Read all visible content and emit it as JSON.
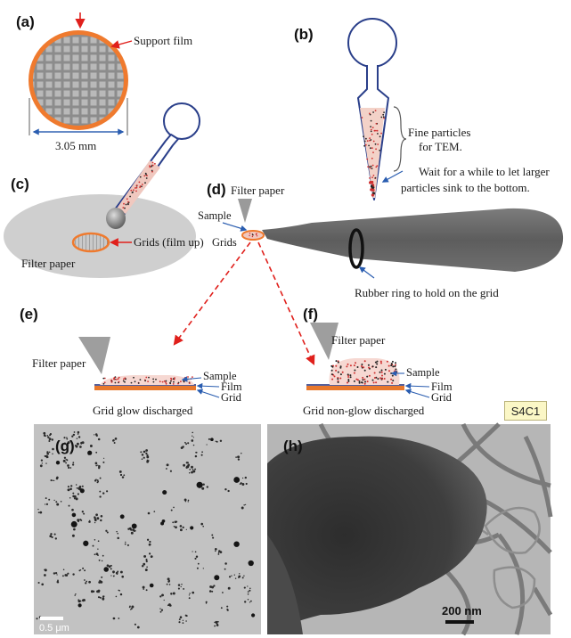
{
  "panels": {
    "a": {
      "letter": "(a)",
      "support_film": "Support film",
      "dimension": "3.05 mm",
      "colors": {
        "rim": "#e8782c",
        "mesh": "#8a8a8a",
        "film": "#d06a3a"
      }
    },
    "b": {
      "letter": "(b)",
      "fine_particles_line1": "Fine particles",
      "fine_particles_line2": "for TEM.",
      "wait_line1": "Wait for a while to let larger",
      "wait_line2": "particles sink to the bottom."
    },
    "c": {
      "letter": "(c)",
      "grids_label": "Grids (film up)",
      "filter_paper": "Filter paper"
    },
    "d": {
      "letter": "(d)",
      "filter_paper": "Filter paper",
      "sample": "Sample",
      "grids": "Grids",
      "rubber_ring": "Rubber ring to hold on the grid"
    },
    "e": {
      "letter": "(e)",
      "filter_paper": "Filter paper",
      "sample": "Sample",
      "film": "Film",
      "grid": "Grid",
      "caption": "Grid glow discharged"
    },
    "f": {
      "letter": "(f)",
      "filter_paper": "Filter paper",
      "sample": "Sample",
      "film": "Film",
      "grid": "Grid",
      "caption": "Grid non-glow discharged"
    },
    "g": {
      "letter": "(g)",
      "scale_bar": "0.5 μm"
    },
    "h": {
      "letter": "(h)",
      "scale_bar": "200 nm"
    }
  },
  "tag": "S4C1",
  "colors": {
    "orange": "#e8782c",
    "arrow_red": "#e0201c",
    "arrow_blue": "#2a5db0",
    "filter_gray": "#cfcfcf",
    "tweezer": "#6b6b6b"
  }
}
